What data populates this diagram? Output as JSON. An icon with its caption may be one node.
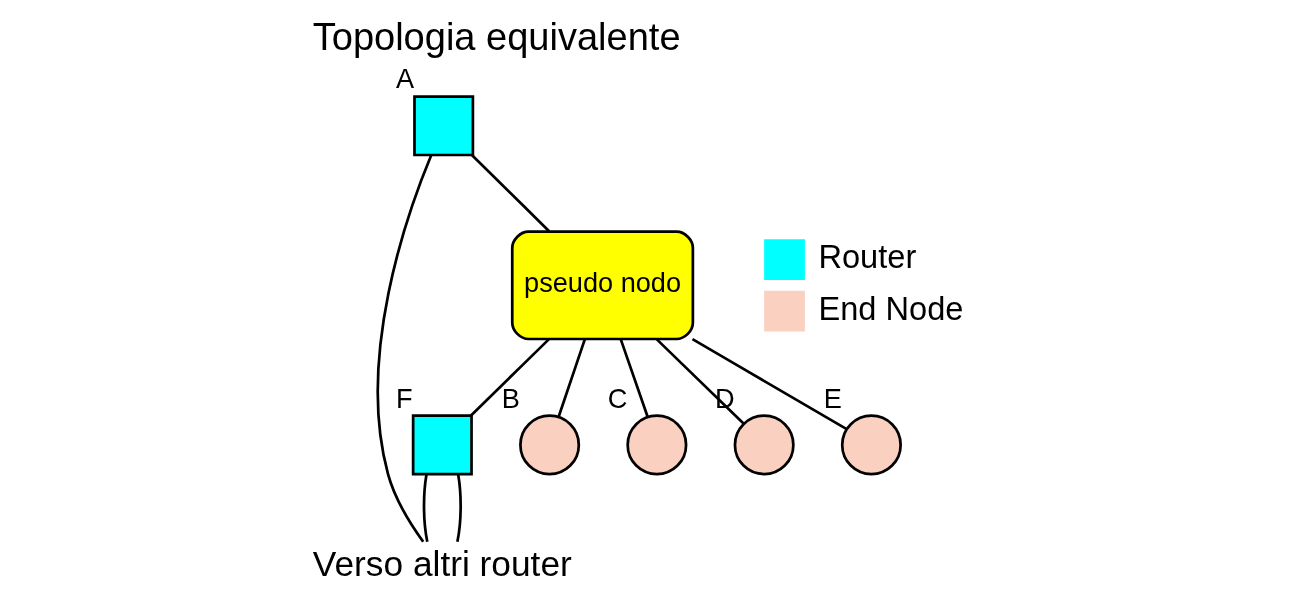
{
  "diagram": {
    "title": "Topologia equivalente",
    "nodes": [
      {
        "text": [
          "Verso altri router"
        ]
      },
      {
        "text": [],
        "shape": "box",
        "beside": [
          "A"
        ]
      },
      {
        "text": [
          "pseudo nodo"
        ]
      },
      {
        "text": [],
        "shape": "box",
        "beside": [
          "F"
        ]
      },
      {
        "text": [],
        "shape": "circle",
        "beside": [
          "B"
        ]
      },
      {
        "text": [],
        "shape": "circle",
        "beside": [
          "C"
        ]
      },
      {
        "text": [],
        "shape": "circle",
        "beside": [
          "D"
        ]
      },
      {
        "text": [],
        "shape": "circle",
        "beside": [
          "E"
        ]
      }
    ],
    "edges": [
      {
        "from": 1,
        "to": 0,
        "arrow": "none"
      },
      {
        "from": 3,
        "to": 0,
        "arrow": "none"
      },
      {
        "from": 3,
        "to": 0,
        "arrow": "none"
      },
      {
        "from": 1,
        "to": 2,
        "arrow": "none"
      },
      {
        "from": 2,
        "to": 3,
        "arrow": "none"
      },
      {
        "from": 2,
        "to": 4,
        "arrow": "none"
      },
      {
        "from": 2,
        "to": 5,
        "arrow": "none"
      },
      {
        "from": 2,
        "to": 6,
        "arrow": "none"
      },
      {
        "from": 2,
        "to": 7,
        "arrow": "none"
      }
    ],
    "legend": [
      {
        "text": "Router",
        "color": "#00ffff"
      },
      {
        "text": "End Node",
        "color": "#fad0c0"
      }
    ]
  }
}
